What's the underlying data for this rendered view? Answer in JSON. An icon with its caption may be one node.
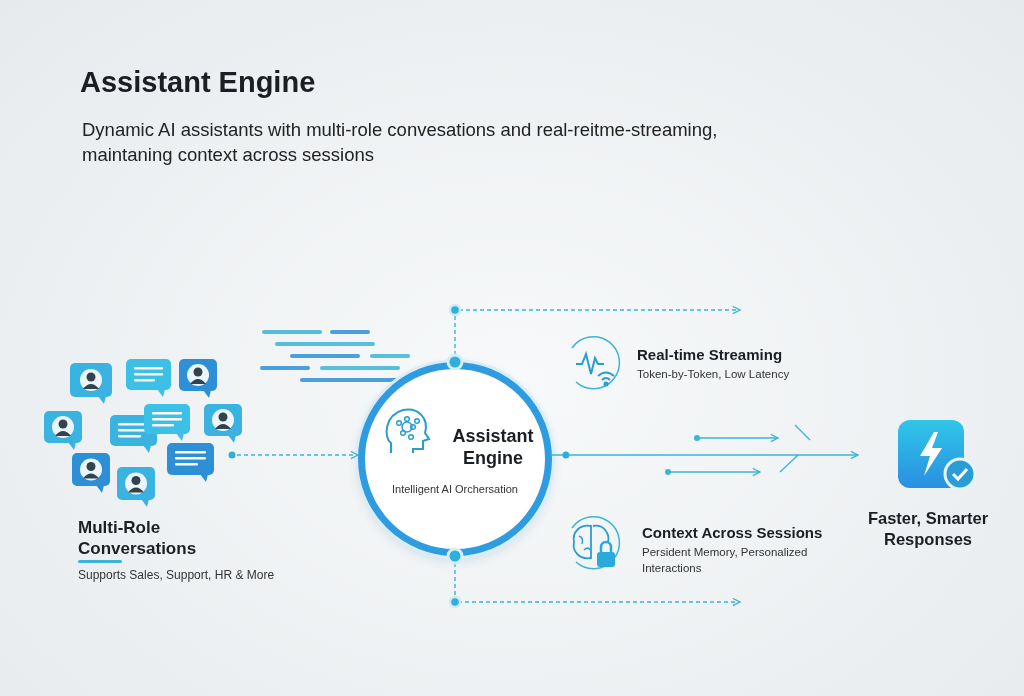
{
  "diagram": {
    "title": "Assistant Engine",
    "nodes": [
      {
        "text": [
          "Multi-Role Conversations",
          "Supports Sales, Support, HR & More"
        ]
      },
      {
        "text": [
          "Assistant Engine",
          "Intelligent AI Orchersation"
        ]
      },
      {
        "text": [
          "Real-time Streaming",
          "Token-by-Token, Low Latency"
        ]
      },
      {
        "text": [
          "Context Across Sessions",
          "Persident Memory, Personalized Interactions"
        ]
      },
      {
        "text": [
          "Faster, Smarter Responses"
        ]
      }
    ],
    "edges": [
      {
        "from": 0,
        "to": 1,
        "arrow": "to",
        "style": "dashed"
      },
      {
        "from": 1,
        "to": 4,
        "arrow": "to"
      },
      {
        "from": 1,
        "to": null,
        "arrow": "to",
        "style": "dashed"
      },
      {
        "from": 1,
        "to": null,
        "arrow": "to",
        "style": "dashed"
      }
    ],
    "labels": [
      "Dynamic AI assistants with multi-role convesations and real-reitme-streaming, maintaning context across sessions"
    ]
  }
}
